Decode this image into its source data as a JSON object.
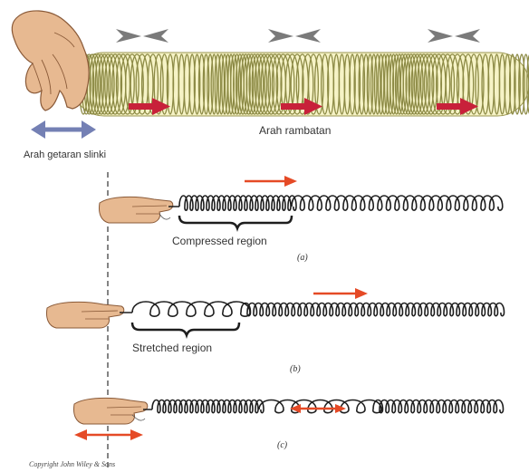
{
  "top_panel": {
    "hand_motion_label": "Arah getaran slinki",
    "propagation_label": "Arah rambatan"
  },
  "panels": [
    {
      "id": "a",
      "region_label": "Compressed region",
      "panel_tag": "(a)"
    },
    {
      "id": "b",
      "region_label": "Stretched region",
      "panel_tag": "(b)"
    },
    {
      "id": "c",
      "panel_tag": "(c)"
    }
  ],
  "copyright": "Copyright John Wiley & Sons",
  "colors": {
    "slinky_fill": "#f2efb0",
    "slinky_stroke": "#8c8a45",
    "red_arrow": "#c8213a",
    "gray_marker": "#7a7a7a",
    "blue_arrow": "#7480b4",
    "orange_arrow": "#e54a26",
    "coil": "#1e1e1e",
    "skin": "#e7b991"
  }
}
